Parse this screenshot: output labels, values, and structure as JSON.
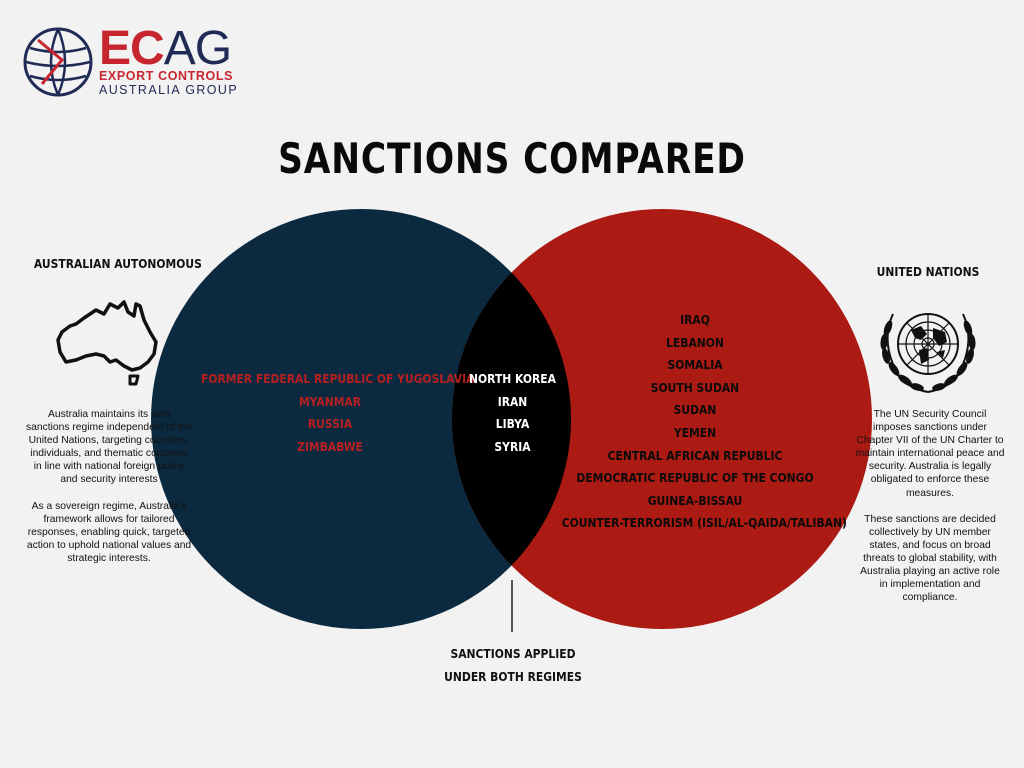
{
  "brand": {
    "logo_letters_1": "EC",
    "logo_letters_2": "AG",
    "line1": "EXPORT CONTROLS",
    "line2": "AUSTRALIA GROUP",
    "colors": {
      "red": "#c8262e",
      "navy": "#1f2a55"
    }
  },
  "title": "SANCTIONS COMPARED",
  "australian": {
    "heading": "AUSTRALIAN AUTONOMOUS",
    "icon": "australia-map-icon",
    "paragraphs": [
      "Australia maintains its own sanctions regime independent of the United Nations, targeting countries, individuals, and thematic concerns in line with national foreign policy and security interests",
      "As a sovereign regime, Australia's framework allows for tailored responses, enabling quick, targeted action to uphold national values and strategic interests."
    ],
    "items": [
      "FORMER FEDERAL REPUBLIC OF YUGOSLAVIA",
      "MYANMAR",
      "RUSSIA",
      "ZIMBABWE"
    ],
    "circle_color": "#0b2a40",
    "text_color": "#b72020"
  },
  "both": {
    "items": [
      "NORTH KOREA",
      "IRAN",
      "LIBYA",
      "SYRIA"
    ],
    "label_line1": "SANCTIONS APPLIED",
    "label_line2": "UNDER BOTH REGIMES",
    "overlap_color": "#000000"
  },
  "un": {
    "heading": "UNITED NATIONS",
    "icon": "un-emblem-icon",
    "paragraphs": [
      "The UN Security Council imposes sanctions under Chapter VII of the UN Charter to maintain international peace and security. Australia is legally obligated to enforce these measures.",
      "These sanctions are decided collectively by UN member states, and focus on broad threats to global stability, with Australia playing an active role in implementation and compliance."
    ],
    "items": [
      "IRAQ",
      "LEBANON",
      "SOMALIA",
      "SOUTH SUDAN",
      "SUDAN",
      "YEMEN",
      "CENTRAL AFRICAN REPUBLIC",
      "DEMOCRATIC REPUBLIC OF THE CONGO",
      "GUINEA-BISSAU",
      "COUNTER-TERRORISM (ISIL/AL-QAIDA/TALIBAN)"
    ],
    "circle_color": "#ab1b14"
  }
}
